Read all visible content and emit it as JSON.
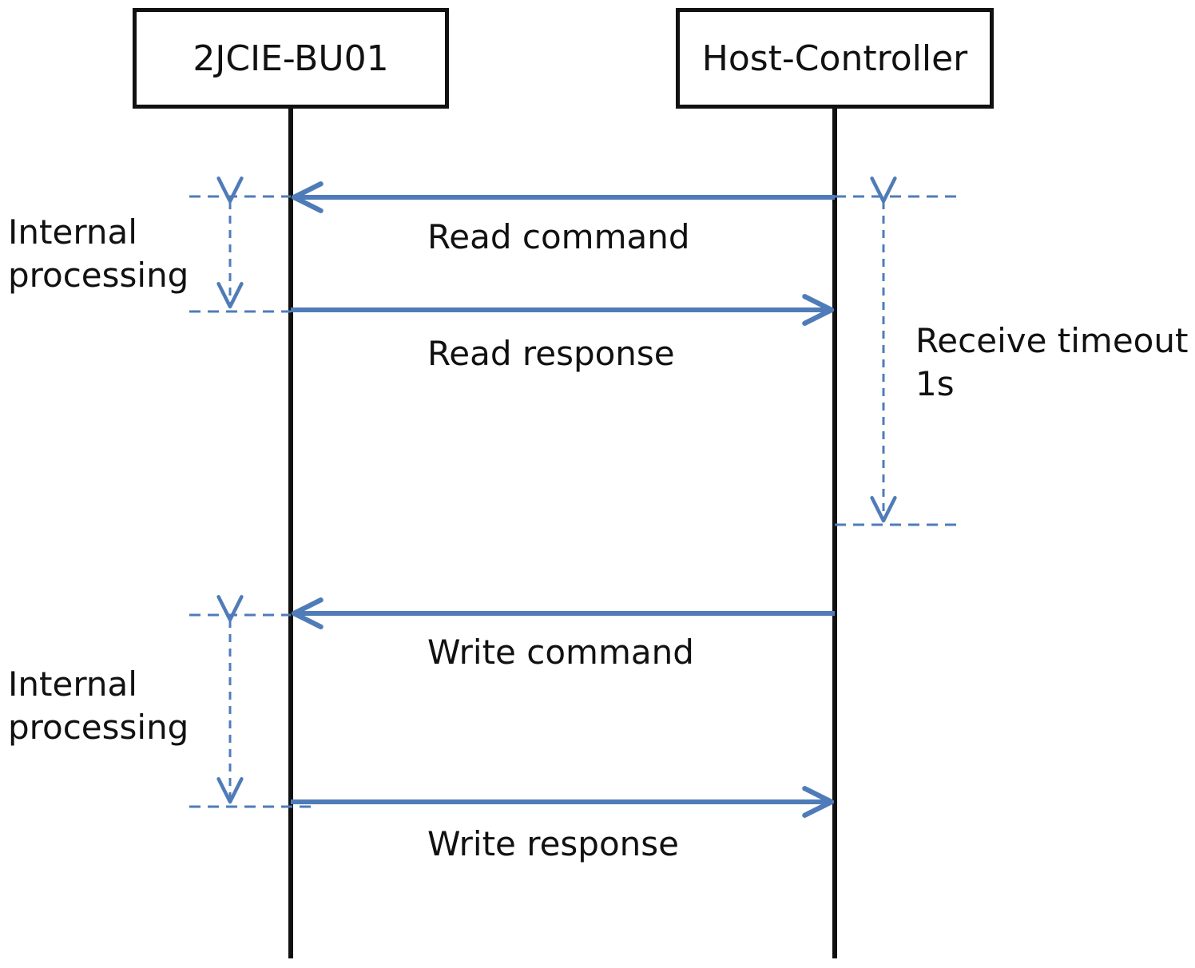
{
  "participants": {
    "device": "2JCIE-BU01",
    "host": "Host-Controller"
  },
  "messages": {
    "read_command": "Read command",
    "read_response": "Read response",
    "write_command": "Write command",
    "write_response": "Write response"
  },
  "notes": {
    "internal_processing_1": {
      "line1": "Internal",
      "line2": "processing"
    },
    "receive_timeout": {
      "line1": "Receive timeout",
      "line2": "1s"
    },
    "internal_processing_2": {
      "line1": "Internal",
      "line2": "processing"
    }
  },
  "colors": {
    "lifeline": "#111111",
    "message_arrow": "#4F7CB8",
    "dashed_guide": "#4F7CB8"
  }
}
